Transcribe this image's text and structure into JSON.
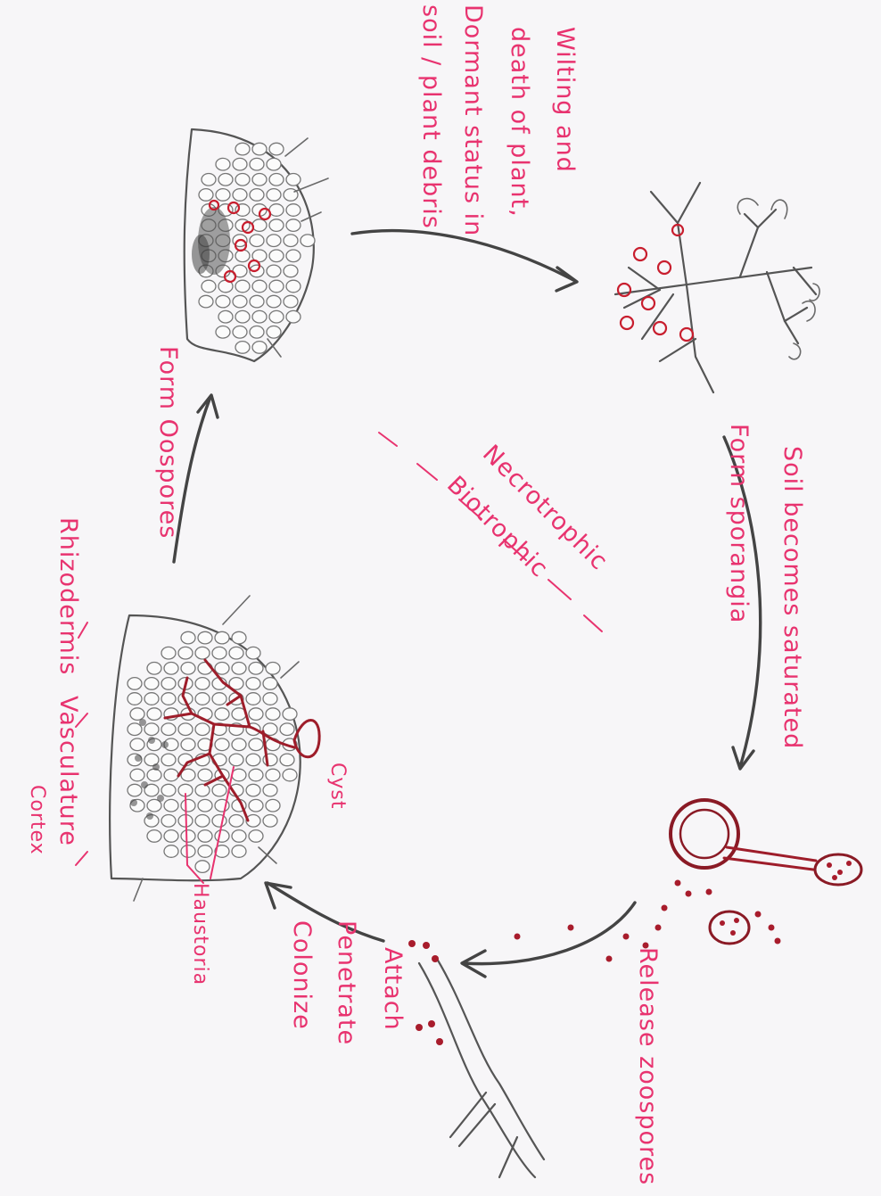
{
  "stages": {
    "wilting": [
      "Wilting and",
      "death of plant,",
      "Dormant status in",
      "soil / plant debris"
    ],
    "saturated": "Soil becomes saturated",
    "sporangia": "Form sporangia",
    "zoospores": "Release zoospores",
    "attach": [
      "Attach",
      "Penetrate",
      "Colonize"
    ],
    "oospores": "Form Oospores"
  },
  "phases": {
    "necrotrophic": "Necrotrophic",
    "biotrophic": "Biotrophic"
  },
  "labels": {
    "cyst": "Cyst",
    "haustoria": "Haustoria",
    "rhizodermis": "Rhizodermis",
    "vasculature": "Vasculature",
    "cortex": "Cortex"
  },
  "colors": {
    "ink": "#e8336f",
    "pathogen": "#9e1d2a",
    "pencil": "#555555",
    "paper": "#f7f6f8"
  }
}
